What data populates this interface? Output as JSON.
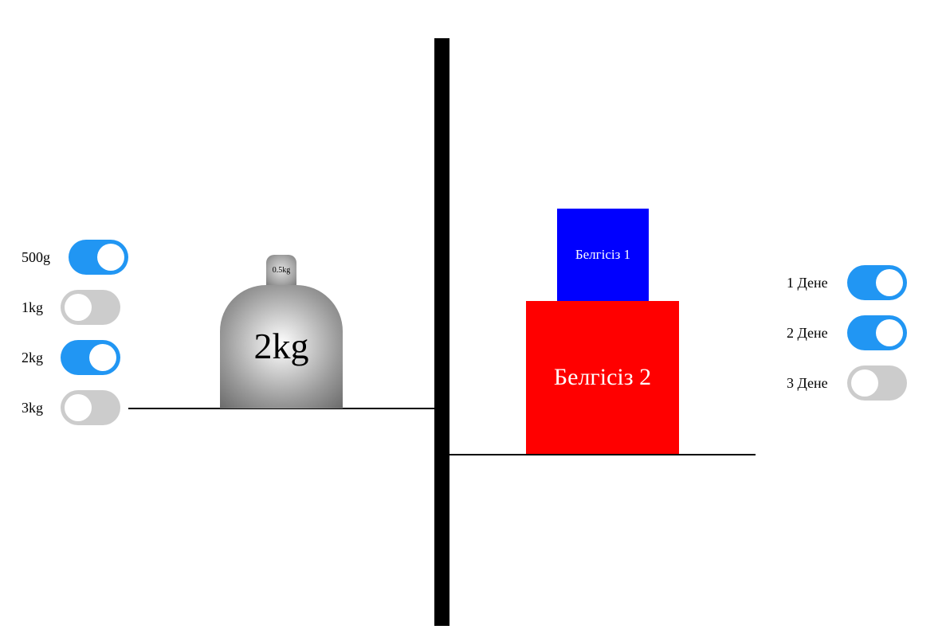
{
  "left_weights": [
    {
      "label": "500g",
      "on": true
    },
    {
      "label": "1kg",
      "on": false
    },
    {
      "label": "2kg",
      "on": true
    },
    {
      "label": "3kg",
      "on": false
    }
  ],
  "right_bodies": [
    {
      "label": "1 Дене",
      "on": true
    },
    {
      "label": "2 Дене",
      "on": true
    },
    {
      "label": "3 Дене",
      "on": false
    }
  ],
  "left_pan": {
    "main_weight_label": "2kg",
    "small_weight_label": "0.5kg"
  },
  "right_pan": {
    "unknown_1_label": "Белгісіз 1",
    "unknown_2_label": "Белгісіз 2"
  },
  "colors": {
    "toggle_on": "#2196f3",
    "toggle_off": "#cccccc",
    "unknown_1": "#0000ff",
    "unknown_2": "#ff0000"
  }
}
